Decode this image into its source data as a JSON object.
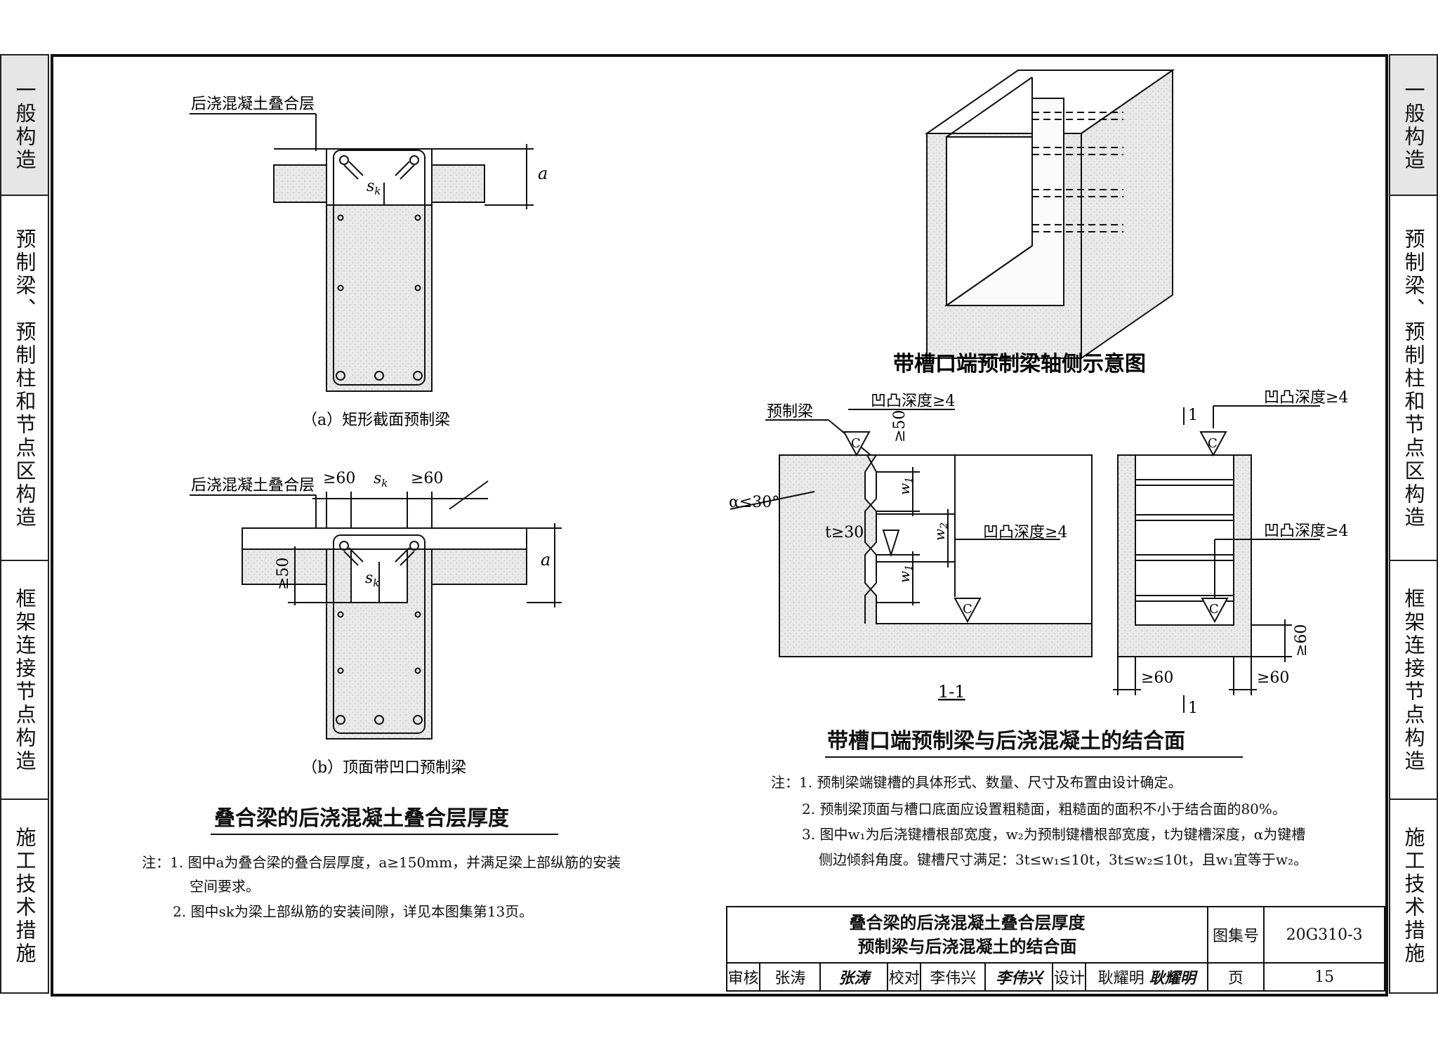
{
  "side_tabs_left": [
    "一般构造",
    "预制梁、预制柱和节点区构造",
    "框架连接节点构造",
    "施工技术措施"
  ],
  "side_tabs_right": [
    "一般构造",
    "预制梁、预制柱和节点区构造",
    "框架连接节点构造",
    "施工技术措施"
  ],
  "left_panel": {
    "fig_a": {
      "layer_label": "后浇混凝土叠合层",
      "sk": "s",
      "sk_sub": "k",
      "a": "a",
      "caption": "（a）矩形截面预制梁"
    },
    "fig_b": {
      "layer_label": "后浇混凝土叠合层",
      "ge60_1": "≥60",
      "sk": "s",
      "sk_sub": "k",
      "ge60_2": "≥60",
      "ge50": "≥50",
      "a": "a",
      "caption": "（b）顶面带凹口预制梁"
    },
    "title": "叠合梁的后浇混凝土叠合层厚度",
    "notes": [
      "注：1. 图中a为叠合梁的叠合层厚度，a≥150mm，并满足梁上部纵筋的安装",
      "空间要求。",
      "2. 图中sk为梁上部纵筋的安装间隙，详见本图集第13页。"
    ]
  },
  "right_panel": {
    "iso_title": "带槽口端预制梁轴侧示意图",
    "section": {
      "beam_label": "预制梁",
      "depth_top": "凹凸深度≥4",
      "ge50": "≥50",
      "alpha": "α≤30°",
      "t": "t≥30",
      "w1": "w",
      "w1_sub": "1",
      "w2": "w",
      "w2_sub": "2",
      "depth_mid": "凹凸深度≥4",
      "c": "C",
      "section_label": "1-1"
    },
    "elevation": {
      "cut": "1",
      "depth_top": "凹凸深度≥4",
      "depth_mid": "凹凸深度≥4",
      "c": "C",
      "ge60_v": "≥60",
      "ge60_l": "≥60",
      "ge60_r": "≥60"
    },
    "title": "带槽口端预制梁与后浇混凝土的结合面",
    "notes": [
      "注：1. 预制梁端键槽的具体形式、数量、尺寸及布置由设计确定。",
      "2. 预制梁顶面与槽口底面应设置粗糙面，粗糙面的面积不小于结合面的80%。",
      "3. 图中w₁为后浇键槽根部宽度，w₂为预制键槽根部宽度，t为键槽深度，α为键槽",
      "侧边倾斜角度。键槽尺寸满足：3t≤w₁≤10t，3t≤w₂≤10t，且w₁宜等于w₂。"
    ]
  },
  "title_block": {
    "title_line1": "叠合梁的后浇混凝土叠合层厚度",
    "title_line2": "预制梁与后浇混凝土的结合面",
    "atlas_label": "图集号",
    "atlas_no": "20G310-3",
    "review_label": "审核",
    "reviewer": "张涛",
    "review_sig": "张涛",
    "check_label": "校对",
    "checker": "李伟兴",
    "check_sig": "李伟兴",
    "design_label": "设计",
    "designer": "耿耀明",
    "design_sig": "耿耀明",
    "page_label": "页",
    "page_no": "15"
  }
}
